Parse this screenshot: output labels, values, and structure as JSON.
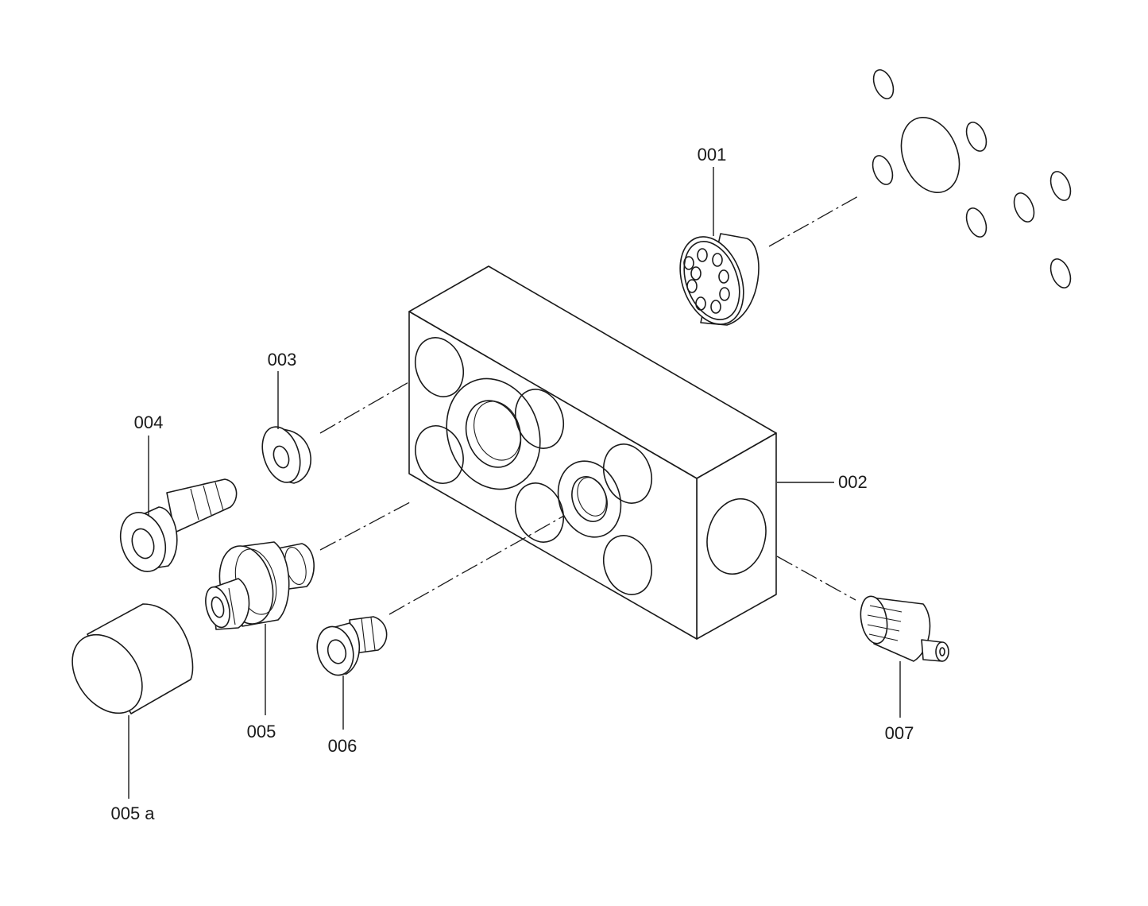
{
  "diagram": {
    "labels": {
      "p001": "001",
      "p002": "002",
      "p003": "003",
      "p004": "004",
      "p005": "005",
      "p005a": "005 a",
      "p006": "006",
      "p007": "007"
    }
  }
}
